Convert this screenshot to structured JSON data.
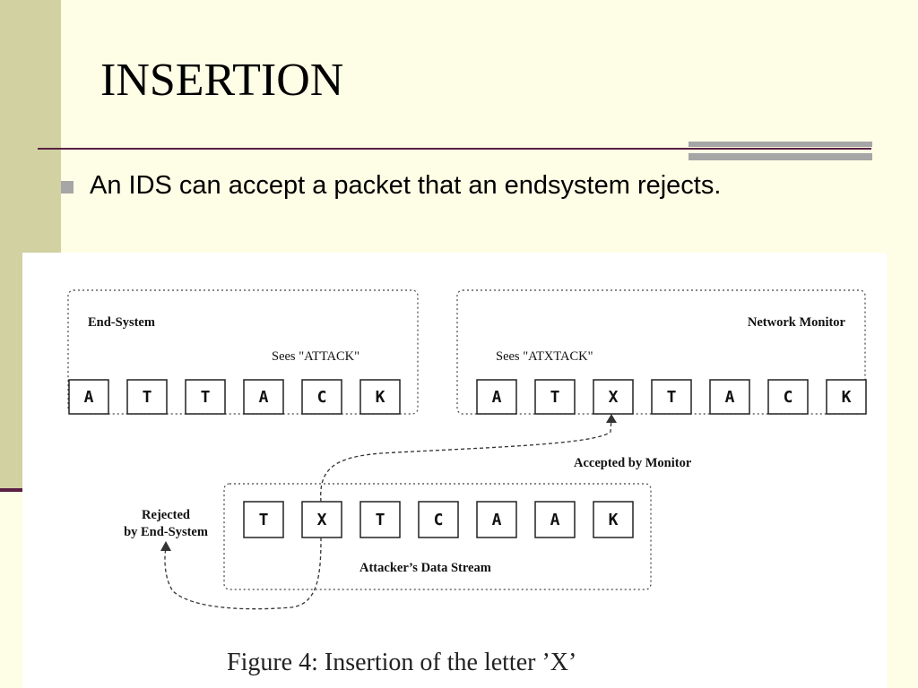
{
  "slide": {
    "title": "INSERTION",
    "bullet": "An IDS can accept a packet that an endsystem rejects."
  },
  "diagram": {
    "end_system": {
      "label": "End-System",
      "sees": "Sees \"ATTACK\"",
      "cells": [
        "A",
        "T",
        "T",
        "A",
        "C",
        "K"
      ]
    },
    "network_monitor": {
      "label": "Network Monitor",
      "sees": "Sees \"ATXTACK\"",
      "cells": [
        "A",
        "T",
        "X",
        "T",
        "A",
        "C",
        "K"
      ]
    },
    "attacker_stream": {
      "label": "Attacker’s Data Stream",
      "cells": [
        "T",
        "X",
        "T",
        "C",
        "A",
        "A",
        "K"
      ]
    },
    "accepted_label": "Accepted by Monitor",
    "rejected_label_line1": "Rejected",
    "rejected_label_line2": "by End-System",
    "caption": "Figure 4:  Insertion of the letter ’X’"
  }
}
